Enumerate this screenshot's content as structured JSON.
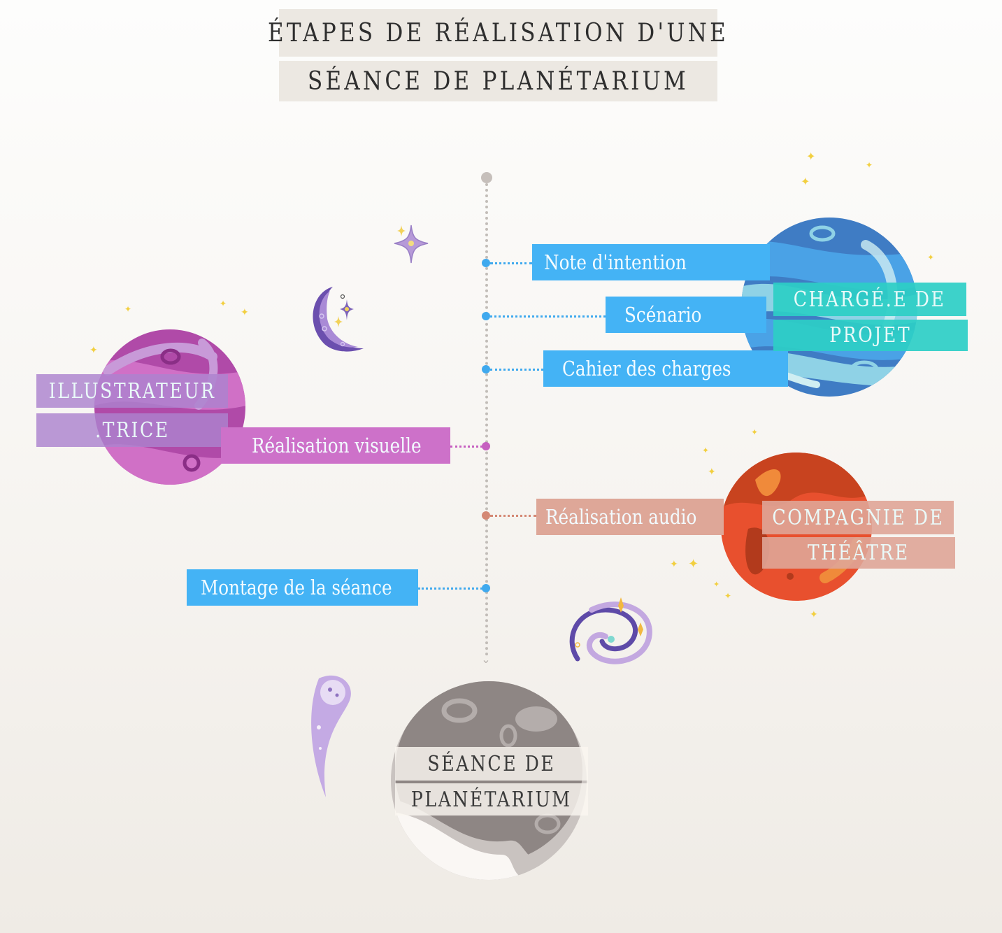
{
  "title": {
    "line1": "ÉTAPES DE RÉALISATION D'UNE",
    "line2": "SÉANCE DE PLANÉTARIUM"
  },
  "colors": {
    "background": "#f8f6f3",
    "title_band": "#ece8e2",
    "step_blue": "#44b3f5",
    "step_magenta": "#cd71c9",
    "step_salmon": "#dea798",
    "role_teal": "#2fcfc9",
    "role_purple": "#ad84ce",
    "role_salmon": "#dfa597",
    "timeline": "#c2bdb8"
  },
  "timeline": {
    "start_icon": "circle-dot",
    "end_icon": "chevron-down-icon",
    "steps": [
      {
        "label": "Note d'intention",
        "side": "right",
        "color": "blue"
      },
      {
        "label": "Scénario",
        "side": "right",
        "color": "blue"
      },
      {
        "label": "Cahier des charges",
        "side": "right",
        "color": "blue"
      },
      {
        "label": "Réalisation visuelle",
        "side": "left",
        "color": "magenta"
      },
      {
        "label": "Réalisation audio",
        "side": "right",
        "color": "salmon"
      },
      {
        "label": "Montage de la séance",
        "side": "left",
        "color": "blue"
      }
    ]
  },
  "roles": {
    "project_manager": {
      "line1": "CHARGÉ.E DE",
      "line2": "PROJET",
      "planet": "blue-planet"
    },
    "illustrator": {
      "line1": "ILLUSTRATEUR",
      "line2": ".TRICE",
      "planet": "purple-planet"
    },
    "theatre": {
      "line1": "COMPAGNIE DE",
      "line2": "THÉÂTRE",
      "planet": "red-planet"
    },
    "result": {
      "line1": "SÉANCE DE",
      "line2": "PLANÉTARIUM",
      "planet": "grey-moon"
    }
  },
  "decorations": [
    "sparkle-icon",
    "crescent-moon-icon",
    "galaxy-icon",
    "comet-icon",
    "star-icon"
  ]
}
